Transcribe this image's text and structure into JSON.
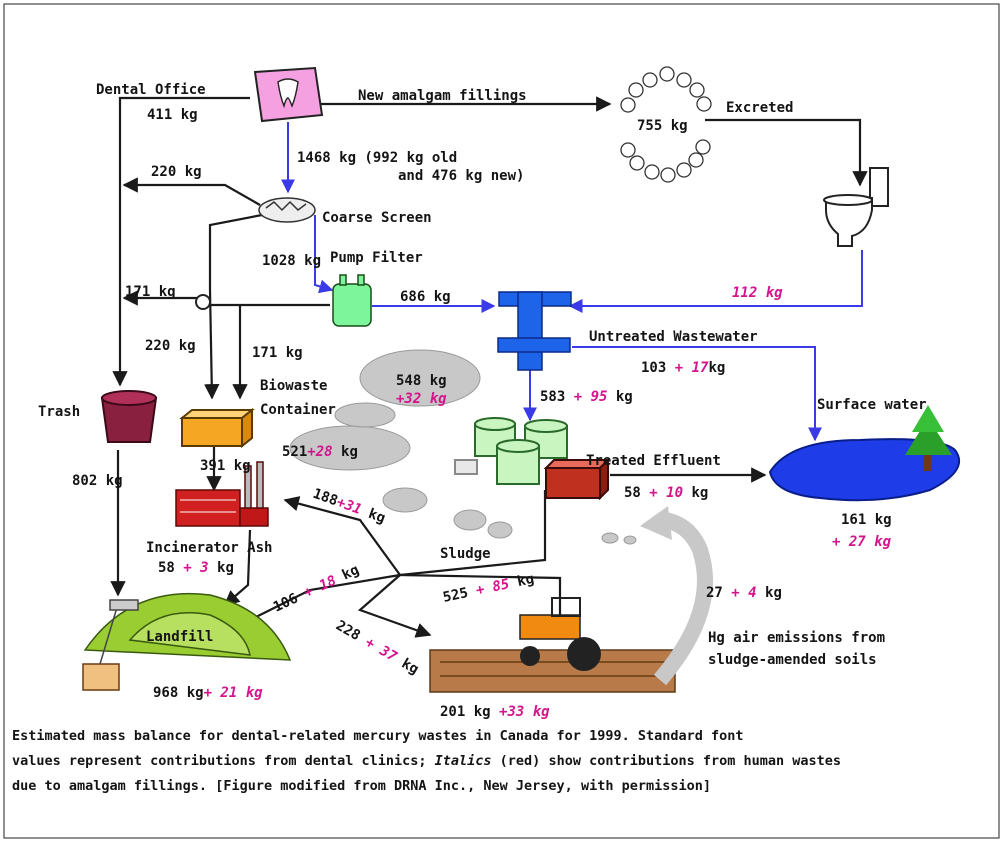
{
  "labels": {
    "dental_office": "Dental Office",
    "dental_office_kg": "411 kg",
    "new_amalgam": "New amalgam fillings",
    "teeth_kg": "755 kg",
    "excreted": "Excreted",
    "screen_in_kg": "1468 kg (992 kg old",
    "screen_in_kg2": "and 476 kg new)",
    "trash_220_top": "220 kg",
    "coarse_screen": "Coarse Screen",
    "pump_in_kg": "1028 kg",
    "pump_filter": "Pump Filter",
    "left_171": "171 kg",
    "pump_out_kg": "686 kg",
    "toilet_kg": "112 kg",
    "untreated": "Untreated Wastewater",
    "untreated_kg": "103 ",
    "untreated_red": "+ 17",
    "untreated_unit": "kg",
    "left_220": "220 kg",
    "bio_171": "171 kg",
    "biowaste_1": "Biowaste",
    "biowaste_2": "Container",
    "cloud_548": "548 kg",
    "cloud_548_red": "+32 kg",
    "plant_583": "583",
    "plant_583_red": " + 95 ",
    "plant_583_unit": "kg",
    "surface_water": "Surface water",
    "trash": "Trash",
    "kg_391": "391 kg",
    "cloud_521": "521",
    "cloud_521_red": "+28",
    "cloud_521_unit": " kg",
    "treated": "Treated Effluent",
    "treated_kg": "58 ",
    "treated_red": "+ 10",
    "treated_unit": " kg",
    "trash_802": "802 kg",
    "sludge_188": "188",
    "sludge_188_red": "+31",
    "sludge_188_unit": " kg",
    "incin_ash": "Incinerator Ash",
    "incin_kg": "58 ",
    "incin_red": "+ 3",
    "incin_unit": " kg",
    "sludge": "Sludge",
    "sw_161": "161 kg",
    "sw_27": "+ 27 kg",
    "lf_106": "106 ",
    "lf_106_red": "+ 18 ",
    "lf_106_unit": "kg",
    "sludge_525": "525 ",
    "sludge_525_red": "+ 85 ",
    "sludge_525_unit": "kg",
    "air_27": "27 ",
    "air_27_red": "+ 4",
    "air_27_unit": " kg",
    "landfill": "Landfill",
    "farm_228": "228 ",
    "farm_228_red": "+ 37 ",
    "farm_228_unit": "kg",
    "hg_air_1": "Hg air emissions from",
    "hg_air_2": "sludge-amended soils",
    "landfill_kg": "968 kg",
    "landfill_red": "+ 21 kg",
    "farm_kg": "201 kg ",
    "farm_red": "+33 kg"
  },
  "caption": {
    "line1": "Estimated mass balance for dental-related mercury wastes in Canada for 1999.  Standard font",
    "line2_a": "values represent contributions from dental clinics; ",
    "line2_b": "Italics",
    "line2_c": " (red) show contributions from human wastes",
    "line3": "due to amalgam fillings. [Figure modified from DRNA Inc., New Jersey, with permission]"
  },
  "colors": {
    "flow_blue": "#3a3ae6",
    "line_black": "#1a1a1a",
    "magenta": "#d4148c",
    "water_blue": "#1e3ce8",
    "pump_green": "#7df59a",
    "bin_orange": "#f5a623",
    "trash_maroon": "#8a2040",
    "incinerator_red": "#d02020",
    "landfill_green": "#9acd32",
    "tooth_pink": "#f5a0e0"
  }
}
